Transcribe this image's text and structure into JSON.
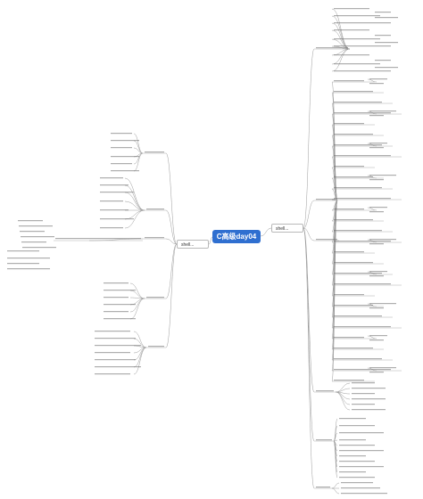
{
  "mindmap": {
    "center": "C高级day04",
    "branch_right": "shell...",
    "branch_left": "shell..."
  },
  "colors": {
    "center_fill": "#2f6fd0",
    "line": "#9a9a9a",
    "text": "#333333"
  }
}
